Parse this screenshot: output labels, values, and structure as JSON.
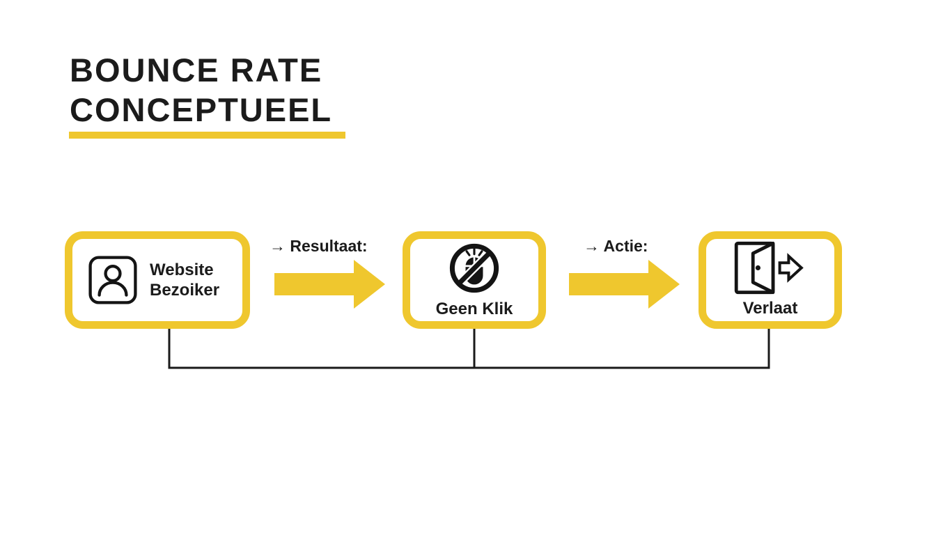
{
  "title": {
    "line1": "BOUNCE RATE",
    "line2": "CONCEPTUEEL"
  },
  "flow": {
    "step1": {
      "label": "Website\nBezoiker",
      "icon": "user-icon"
    },
    "arrow1": {
      "label": "→ Resultaat:"
    },
    "step2": {
      "label": "Geen Klik",
      "icon": "no-click-mouse-icon"
    },
    "arrow2": {
      "label": "→ Actie:"
    },
    "step3": {
      "label": "Verlaat",
      "icon": "exit-door-icon"
    }
  },
  "colors": {
    "accent_yellow": "#efc72e",
    "ink_black": "#1b1b1b",
    "background": "#ffffff"
  }
}
